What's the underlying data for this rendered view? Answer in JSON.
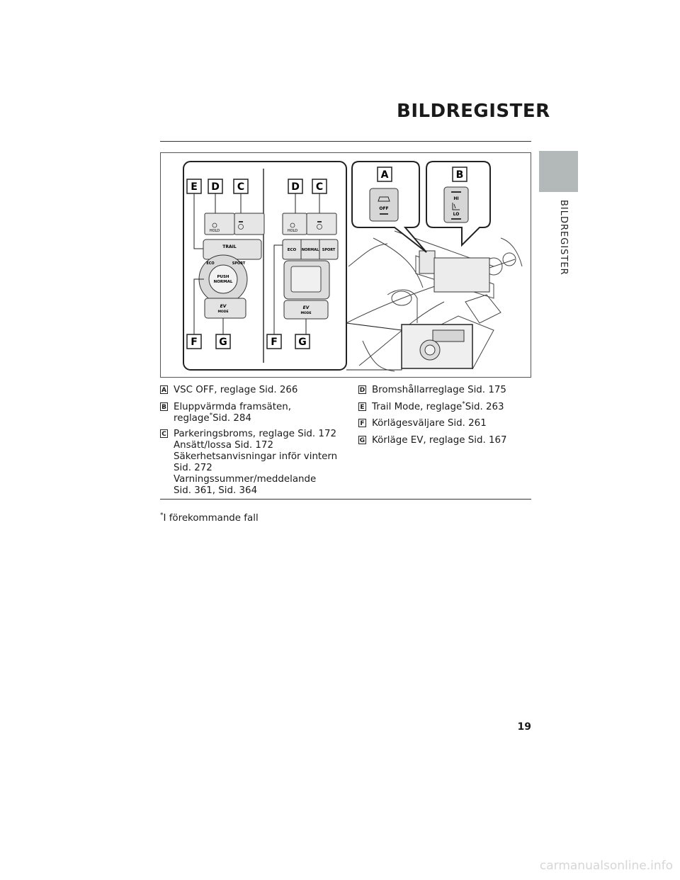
{
  "header": {
    "title": "BILDREGISTER"
  },
  "side_tab": {
    "label": "BILDREGISTER"
  },
  "figure": {
    "callouts": [
      "A",
      "B",
      "C",
      "D",
      "E",
      "F",
      "G"
    ],
    "switch_labels": {
      "hold": "HOLD",
      "trail": "TRAIL",
      "eco": "ECO",
      "normal": "NORMAL",
      "sport": "SPORT",
      "push": "PUSH",
      "push_normal": "NORMAL",
      "ev_mode": "MODE",
      "off": "OFF",
      "hi": "HI",
      "lo": "LO"
    }
  },
  "legend": {
    "A": {
      "badge": "A",
      "lines": [
        "VSC OFF, reglage Sid. 266"
      ]
    },
    "B": {
      "badge": "B",
      "line1": "Eluppvärmda framsäten,",
      "line2_pre": "reglage",
      "line2_sup": "*",
      "line2_post": "Sid. 284"
    },
    "C": {
      "badge": "C",
      "lines": [
        "Parkeringsbroms, reglage Sid. 172",
        "Ansätt/lossa Sid. 172",
        "Säkerhetsanvisningar inför vintern",
        "Sid. 272",
        "Varningssummer/meddelande",
        "Sid. 361, Sid. 364"
      ]
    },
    "D": {
      "badge": "D",
      "text": "Bromshållarreglage Sid. 175"
    },
    "E": {
      "badge": "E",
      "pre": "Trail Mode, reglage",
      "sup": "*",
      "post": "Sid. 263"
    },
    "F": {
      "badge": "F",
      "text": "Körlägesväljare Sid. 261"
    },
    "G": {
      "badge": "G",
      "text": "Körläge EV, reglage Sid. 167"
    }
  },
  "footnote": {
    "mark": "*",
    "text": "I förekommande fall"
  },
  "page_number": "19",
  "watermark": "carmanualsonline.info"
}
